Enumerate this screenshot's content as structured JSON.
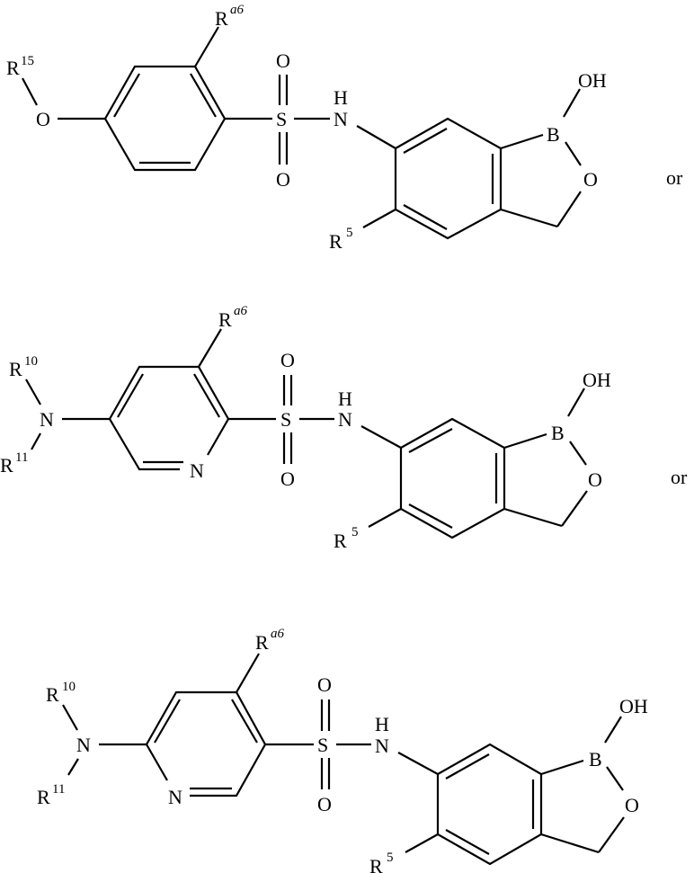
{
  "figure": {
    "type": "chemical-structure-alternatives",
    "connector": "or",
    "structures": [
      {
        "id": "s1",
        "aryl_ring": "benzene",
        "labels": {
          "r15": {
            "base": "R",
            "sup": "15"
          },
          "o_ether": "O",
          "ra6": {
            "base": "R",
            "sup": "a6"
          },
          "sulfonyl_o_top": "O",
          "sulfur": "S",
          "sulfonyl_o_bottom": "O",
          "nh_h": "H",
          "nh_n": "N",
          "boron": "B",
          "boron_oh": "OH",
          "ring_o": "O",
          "r5": {
            "base": "R",
            "sup": "5"
          }
        },
        "trailing": "or"
      },
      {
        "id": "s2",
        "aryl_ring": "pyridine-2-sulfonyl",
        "labels": {
          "r10": {
            "base": "R",
            "sup": "10"
          },
          "amine_n": "N",
          "r11": {
            "base": "R",
            "sup": "11"
          },
          "ring_n": "N",
          "ra6": {
            "base": "R",
            "sup": "a6"
          },
          "sulfonyl_o_top": "O",
          "sulfur": "S",
          "sulfonyl_o_bottom": "O",
          "nh_h": "H",
          "nh_n": "N",
          "boron": "B",
          "boron_oh": "OH",
          "ring_o": "O",
          "r5": {
            "base": "R",
            "sup": "5"
          }
        },
        "trailing": "or"
      },
      {
        "id": "s3",
        "aryl_ring": "pyridine-3-sulfonyl",
        "labels": {
          "r10": {
            "base": "R",
            "sup": "10"
          },
          "amine_n": "N",
          "r11": {
            "base": "R",
            "sup": "11"
          },
          "ring_n": "N",
          "ra6": {
            "base": "R",
            "sup": "a6"
          },
          "sulfonyl_o_top": "O",
          "sulfur": "S",
          "sulfonyl_o_bottom": "O",
          "nh_h": "H",
          "nh_n": "N",
          "boron": "B",
          "boron_oh": "OH",
          "ring_o": "O",
          "r5": {
            "base": "R",
            "sup": "5"
          }
        },
        "trailing": ""
      }
    ]
  }
}
